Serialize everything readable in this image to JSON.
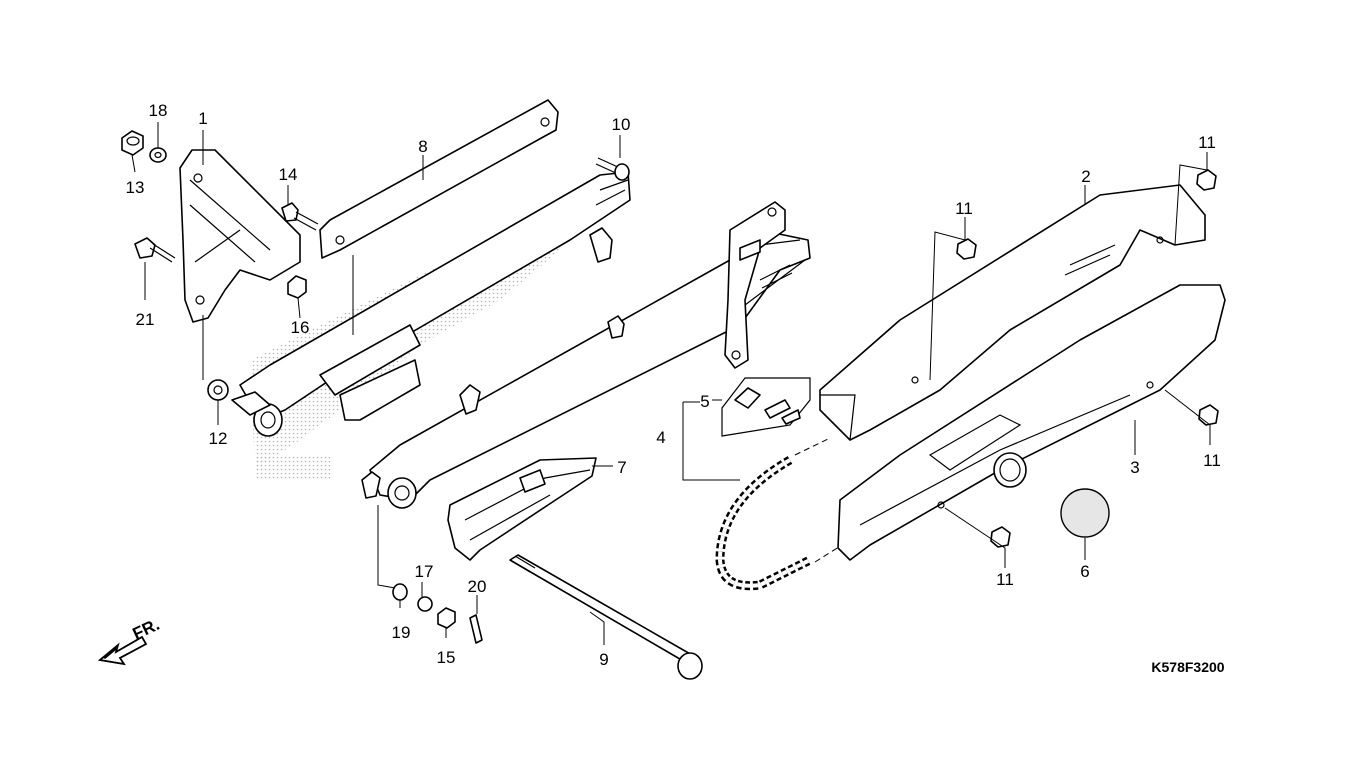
{
  "diagram": {
    "diagram_code": "K578F3200",
    "direction_label": "FR.",
    "callouts": [
      {
        "id": "c1",
        "text": "1"
      },
      {
        "id": "c2",
        "text": "2"
      },
      {
        "id": "c3",
        "text": "3"
      },
      {
        "id": "c4",
        "text": "4"
      },
      {
        "id": "c5",
        "text": "5"
      },
      {
        "id": "c6",
        "text": "6"
      },
      {
        "id": "c7",
        "text": "7"
      },
      {
        "id": "c8",
        "text": "8"
      },
      {
        "id": "c9",
        "text": "9"
      },
      {
        "id": "c10",
        "text": "10"
      },
      {
        "id": "c11a",
        "text": "11"
      },
      {
        "id": "c11b",
        "text": "11"
      },
      {
        "id": "c11c",
        "text": "11"
      },
      {
        "id": "c11d",
        "text": "11"
      },
      {
        "id": "c12",
        "text": "12"
      },
      {
        "id": "c13",
        "text": "13"
      },
      {
        "id": "c14",
        "text": "14"
      },
      {
        "id": "c15",
        "text": "15"
      },
      {
        "id": "c16",
        "text": "16"
      },
      {
        "id": "c17",
        "text": "17"
      },
      {
        "id": "c18",
        "text": "18"
      },
      {
        "id": "c19",
        "text": "19"
      },
      {
        "id": "c20",
        "text": "20"
      },
      {
        "id": "c21",
        "text": "21"
      }
    ],
    "colors": {
      "line": "#000000",
      "background": "#ffffff",
      "watermark": "#b8b8b8"
    }
  }
}
